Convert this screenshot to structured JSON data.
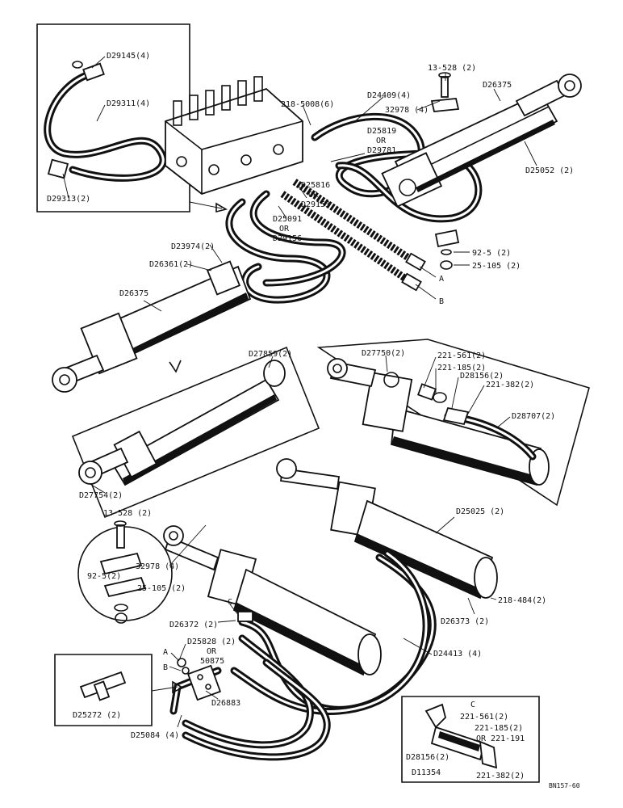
{
  "labels": {
    "d29145": "D29145(4)",
    "d29311": "D29311(4)",
    "d29313": "D29313(2)",
    "p218_5008": "218-5008(6)",
    "d24409": "D24409(4)",
    "p13_528_top": "13-528 (2)",
    "d26375_top": "D26375",
    "p32978_top": "32978 (4)",
    "d25819": "D25819",
    "or1": "OR",
    "d29781": "D29781",
    "d25052": "D25052 (2)",
    "d25816": "D25816",
    "or2": "OR",
    "d29153": "D29153",
    "d25091": "D25091",
    "or3": "OR",
    "d29156": "D29156",
    "p92_5_top": "92-5 (2)",
    "p25_105_top": "25-105 (2)",
    "a_top": "A",
    "b_top": "B",
    "d23974": "D23974(2)",
    "d26361": "D26361(2)",
    "d26375_left": "D26375",
    "d27859": "D27859(2)",
    "d27754": "D27754(2)",
    "d27750": "D27750(2)",
    "p221_561": "221-561(2)",
    "p221_185": "221-185(2)",
    "d28156": "D28156(2)",
    "p221_382": "221-382(2)",
    "d28707": "D28707(2)",
    "d25025": "D25025 (2)",
    "p13_528_bot": "13-528 (2)",
    "p32978_bot": "32978 (4)",
    "p92_5_bot": "92-5(2)",
    "p25_105_bot": "25-105 (2)",
    "c_left": "C",
    "d26372": "D26372 (2)",
    "p218_484": "218-484(2)",
    "d26373": "D26373 (2)",
    "a_bot": "A",
    "d25828": "D25828 (2)",
    "or4": "OR",
    "p50875": "50875",
    "b_bot": "B",
    "d26883": "D26883",
    "d24413": "D24413 (4)",
    "d25272": "D25272 (2)",
    "d25084": "D25084 (4)",
    "c_inset": "C",
    "c_221_561": "221-561(2)",
    "c_221_185": "221-185(2)",
    "c_or_221_191": "OR 221-191",
    "c_d28156": "D28156(2)",
    "d11354": "D11354",
    "c_221_382": "221-382(2)",
    "drawing_no": "BN157-60"
  }
}
